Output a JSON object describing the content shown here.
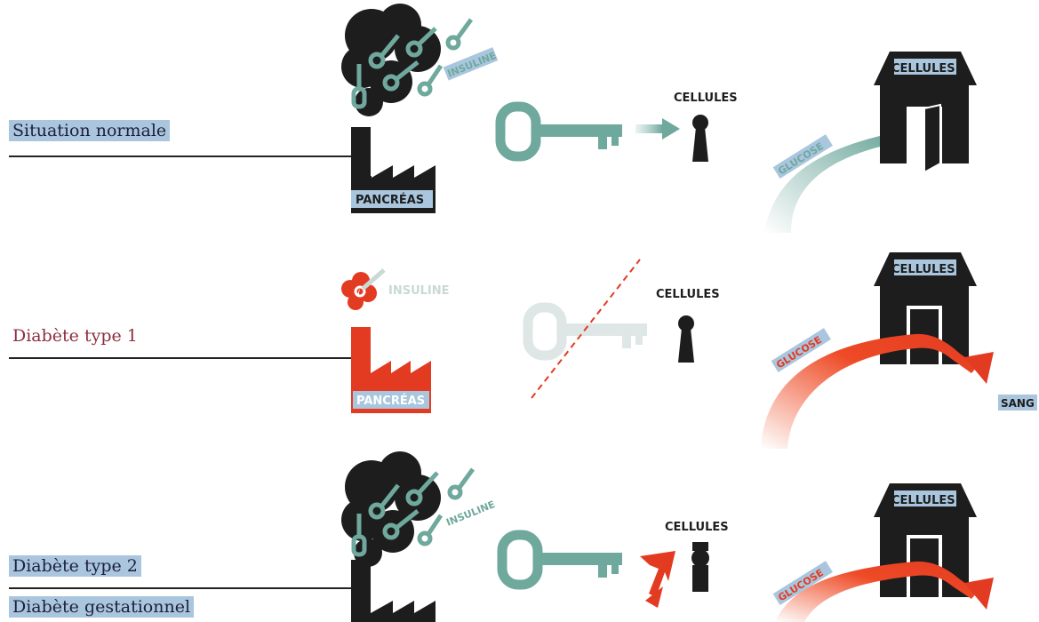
{
  "rows": [
    {
      "label": "Situation normale"
    },
    {
      "label": "Diabète type 1"
    },
    {
      "label": "Diabète type 2",
      "label2": "Diabète gestationnel"
    }
  ],
  "tags": {
    "insuline": "INSULINE",
    "pancreas": "PANCRÉAS",
    "cellules": "CELLULES",
    "glucose": "GLUCOSE",
    "sang": "SANG"
  },
  "colors": {
    "teal": "#6fa89d",
    "dark": "#1d1d1d",
    "red": "#e33b22",
    "orange": "#f0512a",
    "highlight": "#a9c6de",
    "faded": "#dfe6e6",
    "lightTeal": "#9cc4bc"
  },
  "icons": [
    "factory-icon",
    "smoke-cloud-icon",
    "key-icon",
    "keyhole-icon",
    "house-icon",
    "door-icon",
    "arrow-icon"
  ]
}
